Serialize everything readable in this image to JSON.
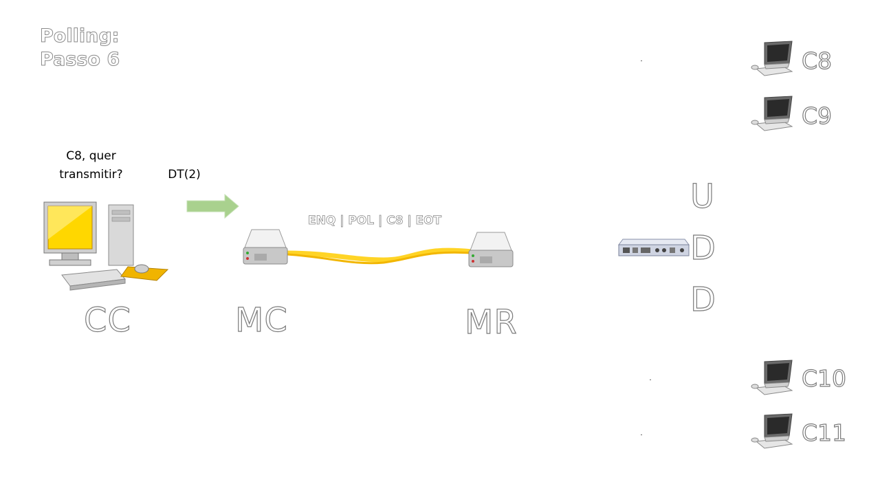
{
  "title": {
    "line1": "Polling:",
    "line2": "Passo 6"
  },
  "cc": {
    "label": "CC",
    "question_line1": "C8, quer",
    "question_line2": "transmitir?"
  },
  "dt_label": "DT(2)",
  "mc": {
    "label": "MC"
  },
  "mr": {
    "label": "MR"
  },
  "link_message": "ENQ | POL | C8 | EOT",
  "udd": [
    "U",
    "D",
    "D"
  ],
  "terminals": [
    "C8",
    "C9",
    "C10",
    "C11"
  ],
  "colors": {
    "arrow": "#a9d18e",
    "link": "#ffcc00",
    "screen": "#ffd700",
    "outline": "#7a7a7a"
  },
  "icons": {
    "cc": "desktop-computer-icon",
    "modem": "server-modem-icon",
    "udd_device": "rack-device-icon",
    "terminal": "terminal-computer-icon"
  }
}
